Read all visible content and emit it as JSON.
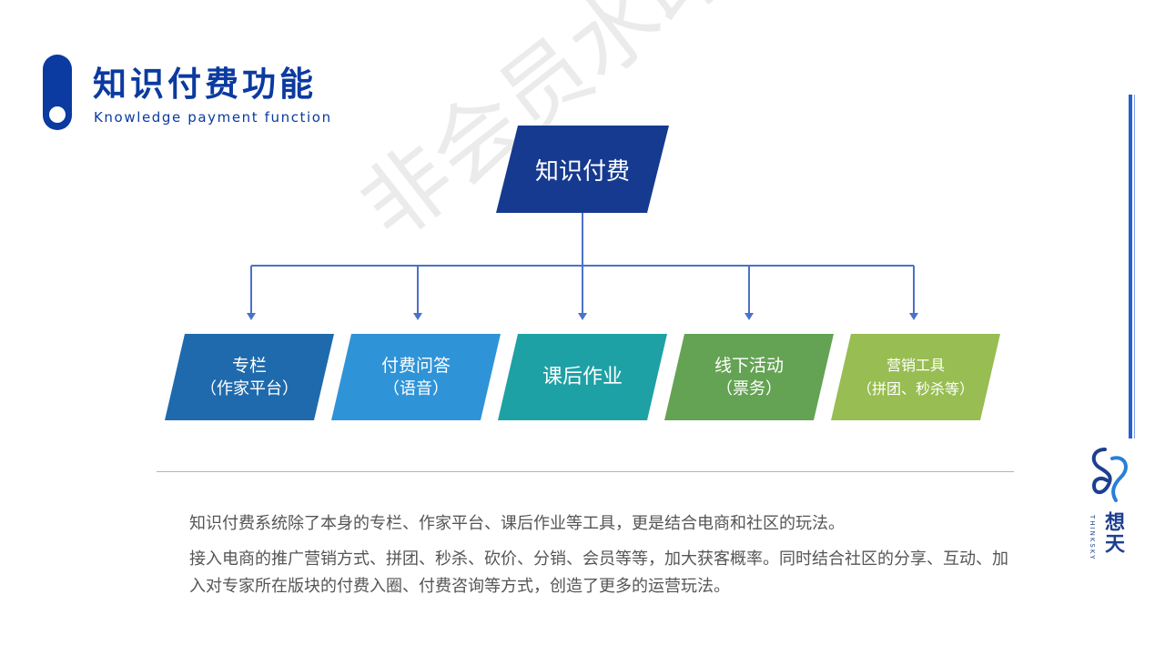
{
  "header": {
    "title": "知识付费功能",
    "subtitle": "Knowledge payment function"
  },
  "watermark": "非会员水印",
  "diagram": {
    "root": "知识付费",
    "categories": [
      {
        "line1": "专栏",
        "line2": "（作家平台）",
        "color": "#1f6aad"
      },
      {
        "line1": "付费问答",
        "line2": "（语音）",
        "color": "#2f93d7"
      },
      {
        "line1": "课后作业",
        "line2": "",
        "color": "#1da1a5"
      },
      {
        "line1": "线下活动",
        "line2": "（票务）",
        "color": "#64a354"
      },
      {
        "line1": "营销工具",
        "line2": "（拼团、秒杀等）",
        "color": "#98bd52"
      }
    ]
  },
  "body": {
    "p1": "知识付费系统除了本身的专栏、作家平台、课后作业等工具，更是结合电商和社区的玩法。",
    "p2": "接入电商的推广营销方式、拼团、秒杀、砍价、分销、会员等等，加大获客概率。同时结合社区的分享、互动、加入对专家所在版块的付费入圈、付费咨询等方式，创造了更多的运营玩法。"
  },
  "logo": {
    "cn": "想天",
    "en": "THINKSKY"
  },
  "colors": {
    "accent": "#0b3aa0",
    "root_box": "#163a8f",
    "connector": "#4a72c8"
  }
}
